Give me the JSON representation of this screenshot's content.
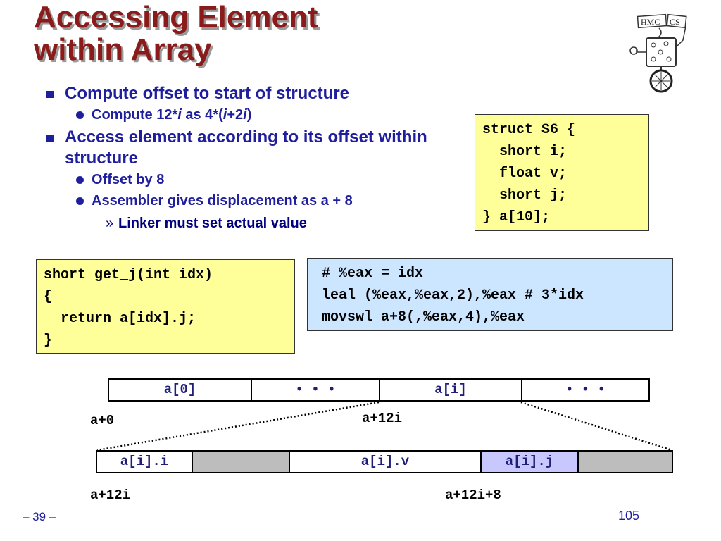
{
  "title": {
    "line1": "Accessing Element",
    "line2": "within Array"
  },
  "bullets": {
    "b1": "Compute offset to start of structure",
    "b1_sub": {
      "pre": "Compute 12*",
      "i1": "i",
      "mid": " as 4*(",
      "i2": "i",
      "post": "+2",
      "i3": "i",
      "end": ")"
    },
    "b2": "Access element according to its offset within structure",
    "b2_sub1": "Offset by 8",
    "b2_sub2": "Assembler gives displacement as a + 8",
    "b2_sub3_marker": "»",
    "b2_sub3": "Linker must set actual value"
  },
  "struct_code": "struct S6 {\n  short i;\n  float v;\n  short j;\n} a[10];",
  "c_code": "short get_j(int idx)\n{\n  return a[idx].j;\n}",
  "asm_code": "# %eax = idx\nleal (%eax,%eax,2),%eax # 3*idx\nmovswl a+8(,%eax,4),%eax",
  "array_row": [
    "a[0]",
    "• • •",
    "a[i]",
    "• • •"
  ],
  "array_labels": {
    "start": "a+0",
    "elem": "a+12i"
  },
  "struct_row": [
    "a[i].i",
    "",
    "a[i].v",
    "a[i].j",
    ""
  ],
  "struct_labels": {
    "start": "a+12i",
    "j": "a+12i+8"
  },
  "footer": {
    "left": "– 39 –",
    "right": "105"
  },
  "logo": {
    "text1": "HMC",
    "text2": "CS"
  },
  "colors": {
    "title": "#8b1a1a",
    "text": "#1f1f9e",
    "yellow_box": "#ffff99",
    "blue_box": "#cce6ff",
    "padding_cell": "#bdbdbd",
    "highlight_cell": "#c8c8ff"
  }
}
